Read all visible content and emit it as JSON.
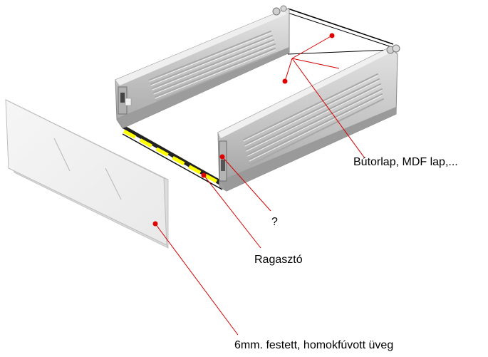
{
  "labels": {
    "bottom_panel": "Bútorlap, MDF lap,...",
    "question": "?",
    "adhesive": "Ragasztó",
    "glass_front": "6mm. festett, homokfúvott üveg"
  },
  "colors": {
    "leader_line": "#d40000",
    "marker": "#e00000",
    "adhesive_strip": "#ffff00",
    "rail_metal": "#c8c8c8",
    "glass": "#f2f2f2",
    "outline": "#000000"
  }
}
